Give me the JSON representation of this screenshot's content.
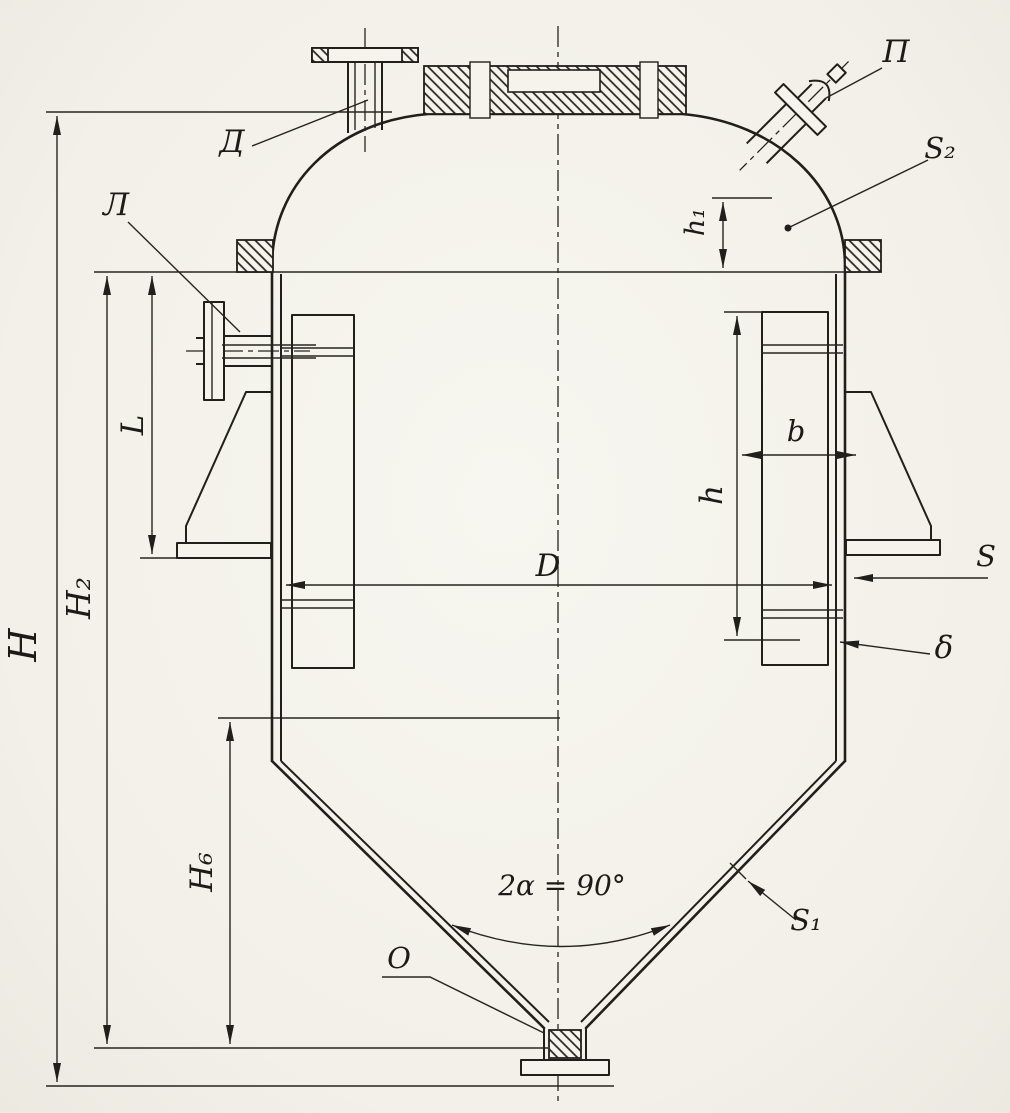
{
  "drawing": {
    "ink_color": "#201f1b",
    "paper_color": "#f5f3ec"
  },
  "labels": {
    "height_overall": "H",
    "height_h2": "H₂",
    "length_L": "L",
    "height_h6": "H₆",
    "diameter": "D",
    "jacket_width": "b",
    "jacket_height": "h",
    "top_height": "h₁",
    "shell_thickness": "S",
    "cone_thickness": "S₁",
    "head_thickness": "S₂",
    "jacket_thickness": "δ",
    "nozzle_top_right": "П",
    "nozzle_side": "Л",
    "nozzle_top_left": "Д",
    "outlet": "O",
    "cone_angle": "2α = 90°"
  }
}
